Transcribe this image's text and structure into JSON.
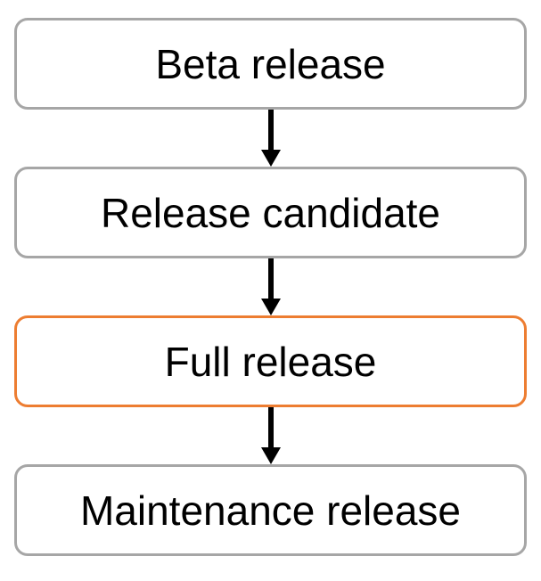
{
  "diagram": {
    "type": "flowchart",
    "direction": "top-to-bottom",
    "nodes": [
      {
        "label": "Beta release",
        "highlighted": false
      },
      {
        "label": "Release candidate",
        "highlighted": false
      },
      {
        "label": "Full release",
        "highlighted": true
      },
      {
        "label": "Maintenance release",
        "highlighted": false
      }
    ],
    "connections": [
      {
        "from": "Beta release",
        "to": "Release candidate"
      },
      {
        "from": "Release candidate",
        "to": "Full release"
      },
      {
        "from": "Full release",
        "to": "Maintenance release"
      }
    ],
    "colors": {
      "background": "#FFFFFF",
      "node_fill": "#FFFFFF",
      "node_border": "#A6A6A6",
      "highlight_border": "#ED7D31",
      "text": "#000000",
      "arrow": "#000000"
    }
  }
}
